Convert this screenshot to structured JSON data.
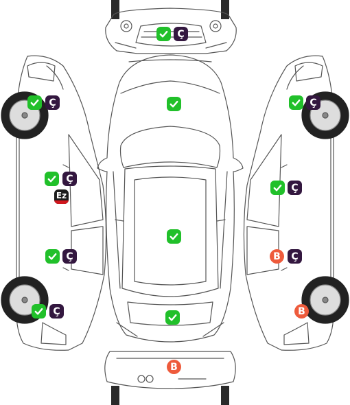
{
  "legend": {
    "ok": {
      "color": "#21c02a",
      "icon": "check-icon"
    },
    "c": {
      "label": "Ç",
      "color": "#33173f"
    },
    "b": {
      "label": "B",
      "color": "#ee5b3c"
    },
    "ez": {
      "label": "Ez",
      "color": "#1c1c1c",
      "stripe": "#d1171e"
    }
  },
  "parts": {
    "front_bumper": [
      "ok",
      "c"
    ],
    "hood": [
      "ok"
    ],
    "roof": [
      "ok"
    ],
    "trunk": [
      "ok"
    ],
    "rear_bumper": [
      "b"
    ],
    "left_front_fender": [
      "ok",
      "c"
    ],
    "left_front_door": [
      "ok",
      "c",
      "ez"
    ],
    "left_rear_door": [
      "ok",
      "c"
    ],
    "left_rear_fender": [
      "ok",
      "c"
    ],
    "right_front_fender": [
      "ok",
      "c"
    ],
    "right_front_door": [
      "ok",
      "c"
    ],
    "right_rear_door": [
      "b",
      "c"
    ],
    "right_rear_fender": [
      "b"
    ]
  }
}
